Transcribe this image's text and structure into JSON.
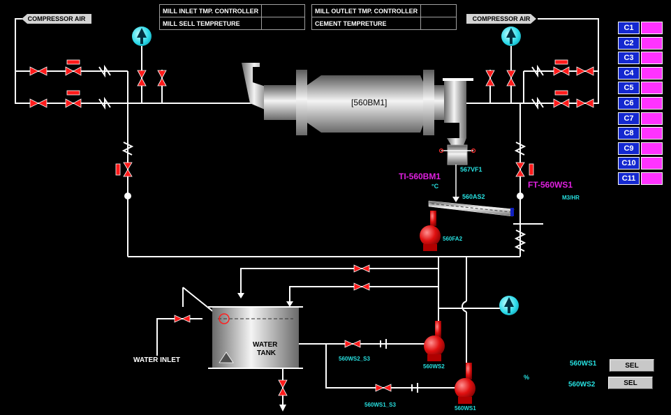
{
  "compressor_air_left": "COMPRESSOR AIR",
  "compressor_air_right": "COMPRESSOR AIR",
  "controller_table_left": {
    "row1": "MILL INLET TMP. CONTROLLER",
    "row2": "MILL SELL TEMPRETURE"
  },
  "controller_table_right": {
    "row1": "MILL OUTLET TMP. CONTROLLER",
    "row2": "CEMENT TEMPRETURE"
  },
  "mill": {
    "label": "560BM1"
  },
  "feeder": {
    "label": "567VF1"
  },
  "temp_indicator": {
    "tag": "TI-560BM1",
    "unit": "°C"
  },
  "air_slide": {
    "label": "560AS2"
  },
  "fan": {
    "label": "560FA2"
  },
  "flow_transmitter": {
    "tag": "FT-560WS1",
    "unit": "M3/HR"
  },
  "water_tank": {
    "line1": "WATER",
    "line2": "TANK"
  },
  "water_inlet": "WATER INLET",
  "pumps": {
    "ws2": "560WS2",
    "ws1": "560WS1"
  },
  "valves": {
    "ws2_s3": "560WS2_S3",
    "ws1_s3": "560WS1_S3"
  },
  "percent_unit": "%",
  "selectors": [
    {
      "label": "560WS1",
      "button": "SEL"
    },
    {
      "label": "560WS2",
      "button": "SEL"
    }
  ],
  "c_buttons": [
    "C1",
    "C2",
    "C3",
    "C4",
    "C5",
    "C6",
    "C7",
    "C8",
    "C9",
    "C10",
    "C11"
  ],
  "colors": {
    "background": "#000000",
    "pipe": "#ffffff",
    "valve": "#ff2020",
    "label_cyan": "#27e0e0",
    "label_magenta": "#e020e0",
    "c_button": "#1428d0",
    "c_indicator": "#ff33ff"
  }
}
